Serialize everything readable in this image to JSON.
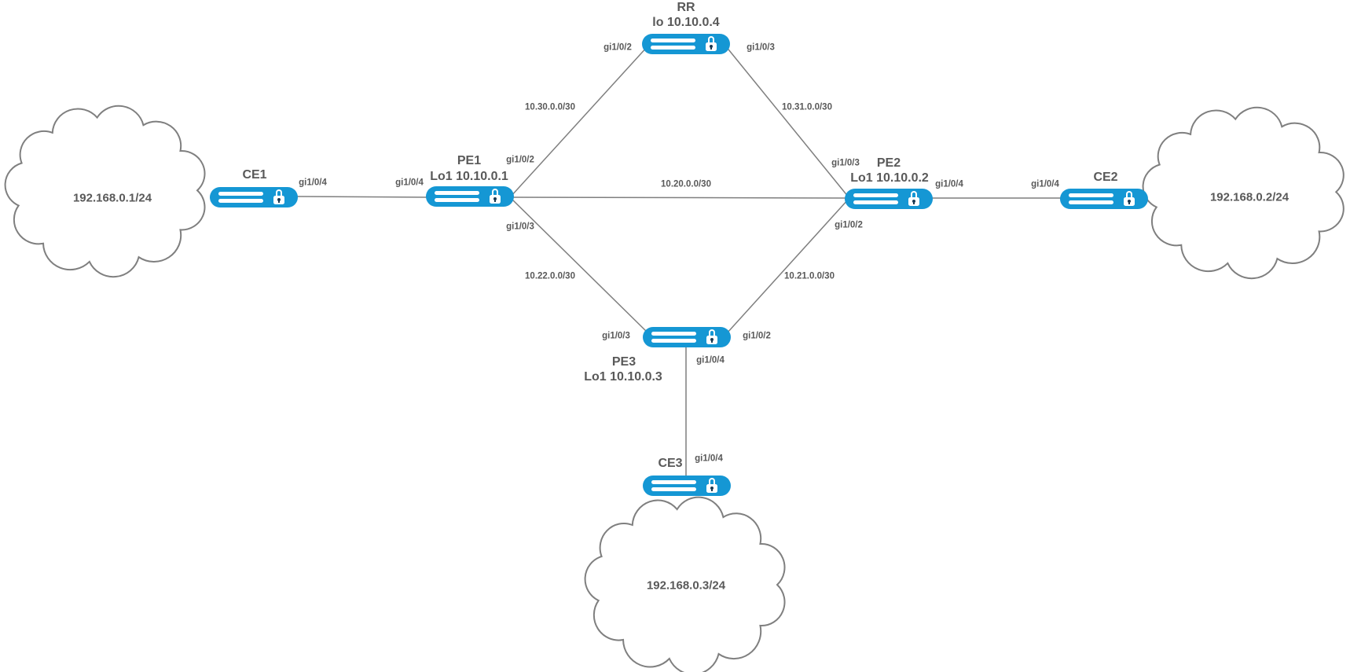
{
  "nodes": {
    "rr": {
      "name": "RR",
      "loopback": "lo 10.10.0.4"
    },
    "pe1": {
      "name": "PE1",
      "loopback": "Lo1 10.10.0.1"
    },
    "pe2": {
      "name": "PE2",
      "loopback": "Lo1 10.10.0.2"
    },
    "pe3": {
      "name": "PE3",
      "loopback": "Lo1 10.10.0.3"
    },
    "ce1": {
      "name": "CE1"
    },
    "ce2": {
      "name": "CE2"
    },
    "ce3": {
      "name": "CE3"
    }
  },
  "clouds": {
    "left": {
      "subnet": "192.168.0.1/24"
    },
    "right": {
      "subnet": "192.168.0.2/24"
    },
    "bottom": {
      "subnet": "192.168.0.3/24"
    }
  },
  "interfaces": {
    "rr_to_pe1": "gi1/0/2",
    "rr_to_pe2": "gi1/0/3",
    "pe1_to_ce1": "gi1/0/4",
    "pe1_to_rr": "gi1/0/2",
    "pe1_to_pe3": "gi1/0/3",
    "pe2_to_rr": "gi1/0/3",
    "pe2_to_ce2": "gi1/0/4",
    "pe2_to_pe3": "gi1/0/2",
    "pe3_to_pe1": "gi1/0/3",
    "pe3_to_pe2": "gi1/0/2",
    "pe3_to_ce3": "gi1/0/4",
    "ce1_to_pe1": "gi1/0/4",
    "ce2_to_pe2": "gi1/0/4",
    "ce3_to_pe3": "gi1/0/4"
  },
  "subnets": {
    "pe1_rr": "10.30.0.0/30",
    "rr_pe2": "10.31.0.0/30",
    "pe1_pe2": "10.20.0.0/30",
    "pe1_pe3": "10.22.0.0/30",
    "pe2_pe3": "10.21.0.0/30"
  },
  "colors": {
    "router_fill": "#1597d4",
    "line": "#7f7f7f",
    "text": "#595959"
  }
}
